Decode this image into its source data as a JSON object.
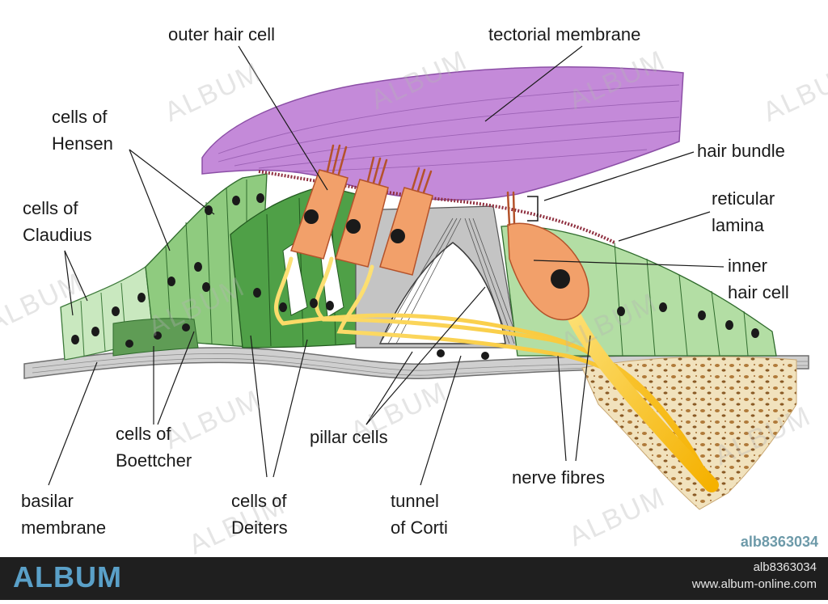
{
  "labels": {
    "outer_hair_cell": "outer hair cell",
    "tectorial_membrane": "tectorial membrane",
    "cells_of_hensen": [
      "cells of",
      "Hensen"
    ],
    "hair_bundle": "hair bundle",
    "cells_of_claudius": [
      "cells of",
      "Claudius"
    ],
    "reticular_lamina": [
      "reticular",
      "lamina"
    ],
    "inner_hair_cell": [
      "inner",
      "hair cell"
    ],
    "cells_of_boettcher": [
      "cells of",
      "Boettcher"
    ],
    "pillar_cells": "pillar cells",
    "nerve_fibres": "nerve fibres",
    "basilar_membrane": [
      "basilar",
      "membrane"
    ],
    "cells_of_deiters": [
      "cells of",
      "Deiters"
    ],
    "tunnel_of_corti": [
      "tunnel",
      "of Corti"
    ]
  },
  "watermark": "ALBUM",
  "ref_code": "alb8363034",
  "footer": {
    "brand": "ALBUM",
    "code": "alb8363034",
    "url": "www.album-online.com"
  }
}
